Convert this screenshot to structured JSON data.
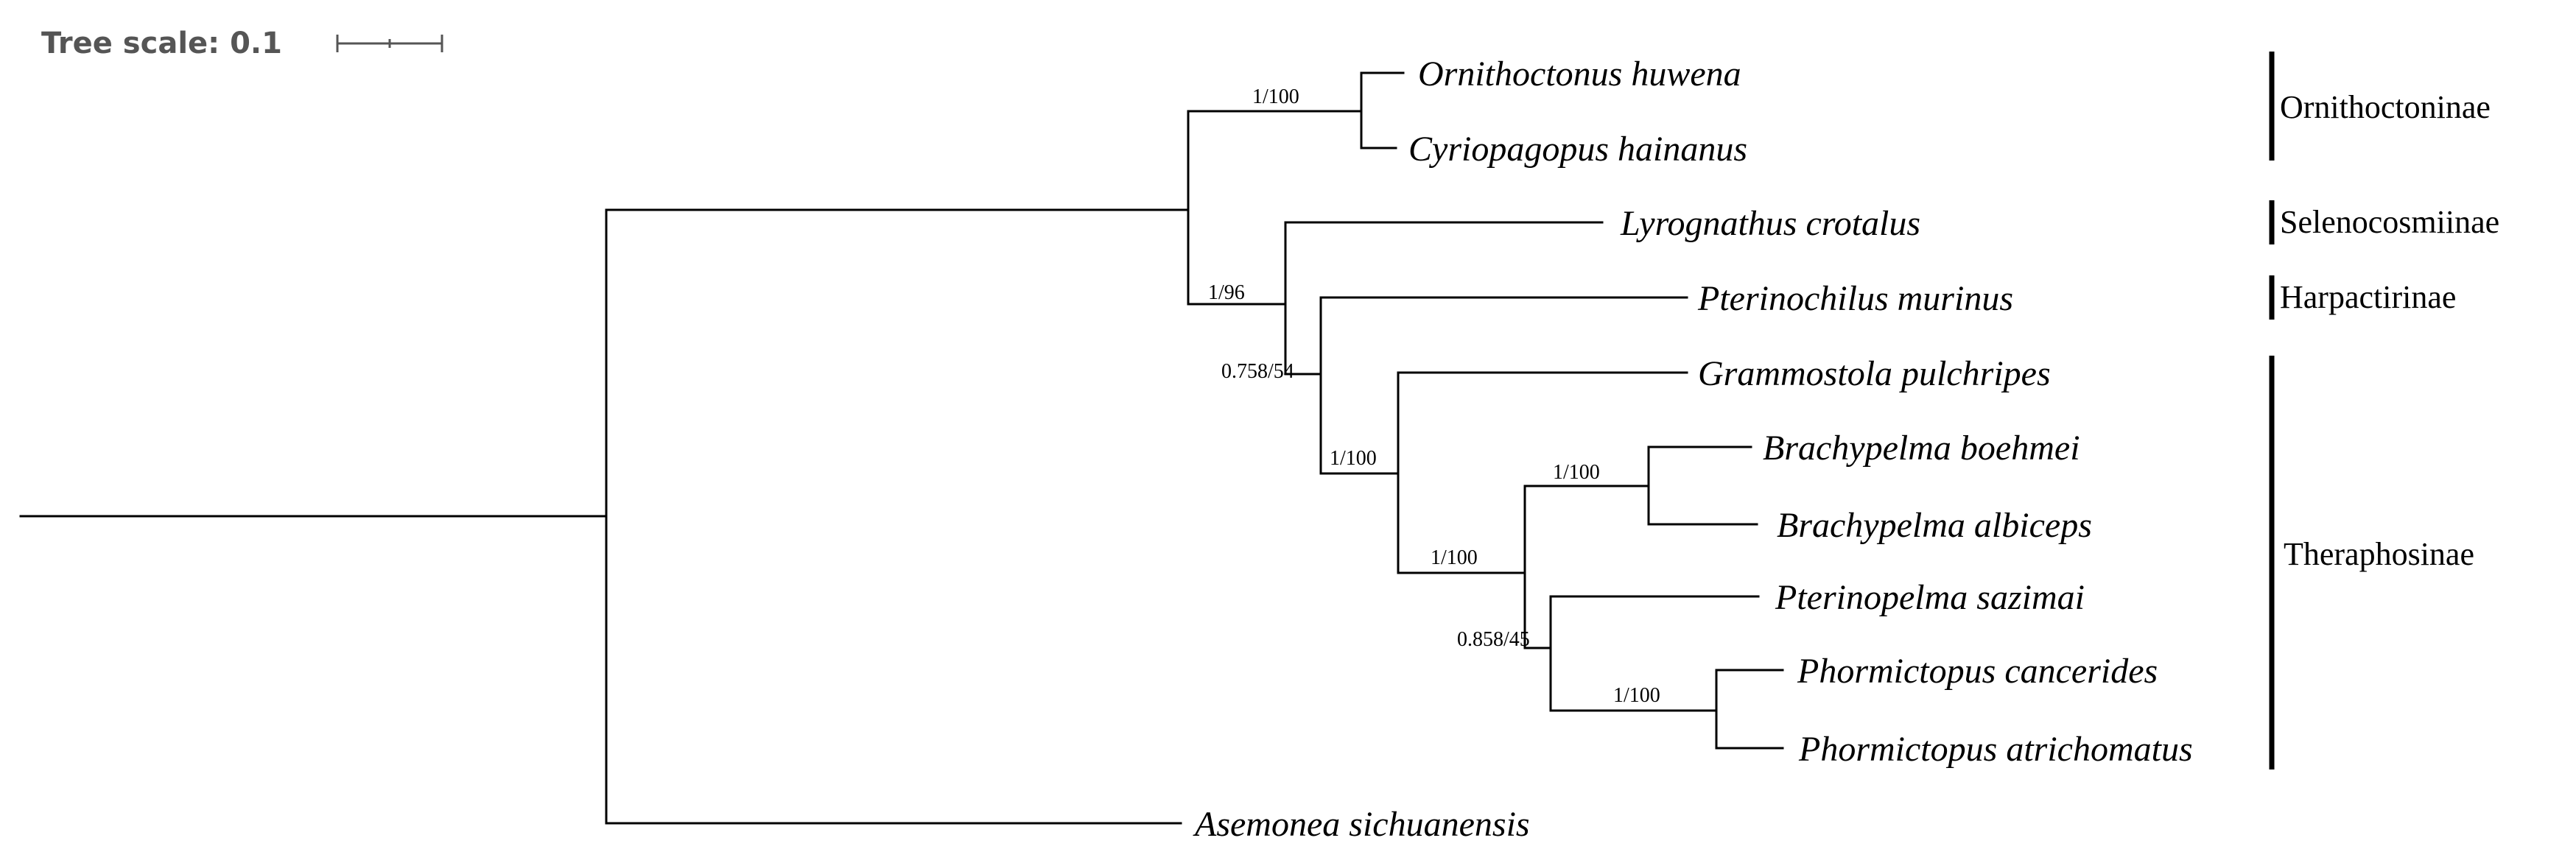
{
  "scale": {
    "label": "Tree scale: 0.1"
  },
  "taxa": [
    {
      "name": "Ornithoctonus huwena",
      "highlight": false
    },
    {
      "name": "Cyriopagopus hainanus",
      "highlight": false
    },
    {
      "name": "Lyrognathus crotalus",
      "highlight": false
    },
    {
      "name": "Pterinochilus murinus",
      "highlight": false
    },
    {
      "name": "Grammostola pulchripes",
      "highlight": false
    },
    {
      "name": "Brachypelma boehmei",
      "highlight": false
    },
    {
      "name": "Brachypelma albiceps",
      "highlight": false
    },
    {
      "name": "Pterinopelma sazimai",
      "highlight": false
    },
    {
      "name": "Phormictopus cancerides",
      "highlight": true
    },
    {
      "name": "Phormictopus atrichomatus",
      "highlight": false
    },
    {
      "name": "Asemonea sichuanensis",
      "highlight": false
    }
  ],
  "support_values": [
    "1/100",
    "1/96",
    "0.758/54",
    "1/100",
    "1/100",
    "1/100",
    "0.858/45",
    "1/100"
  ],
  "clades": [
    {
      "name": "Ornithoctoninae"
    },
    {
      "name": "Selenocosmiinae"
    },
    {
      "name": "Harpactirinae"
    },
    {
      "name": "Theraphosinae"
    }
  ],
  "colors": {
    "highlight": "#e8101a",
    "default": "#000000"
  }
}
